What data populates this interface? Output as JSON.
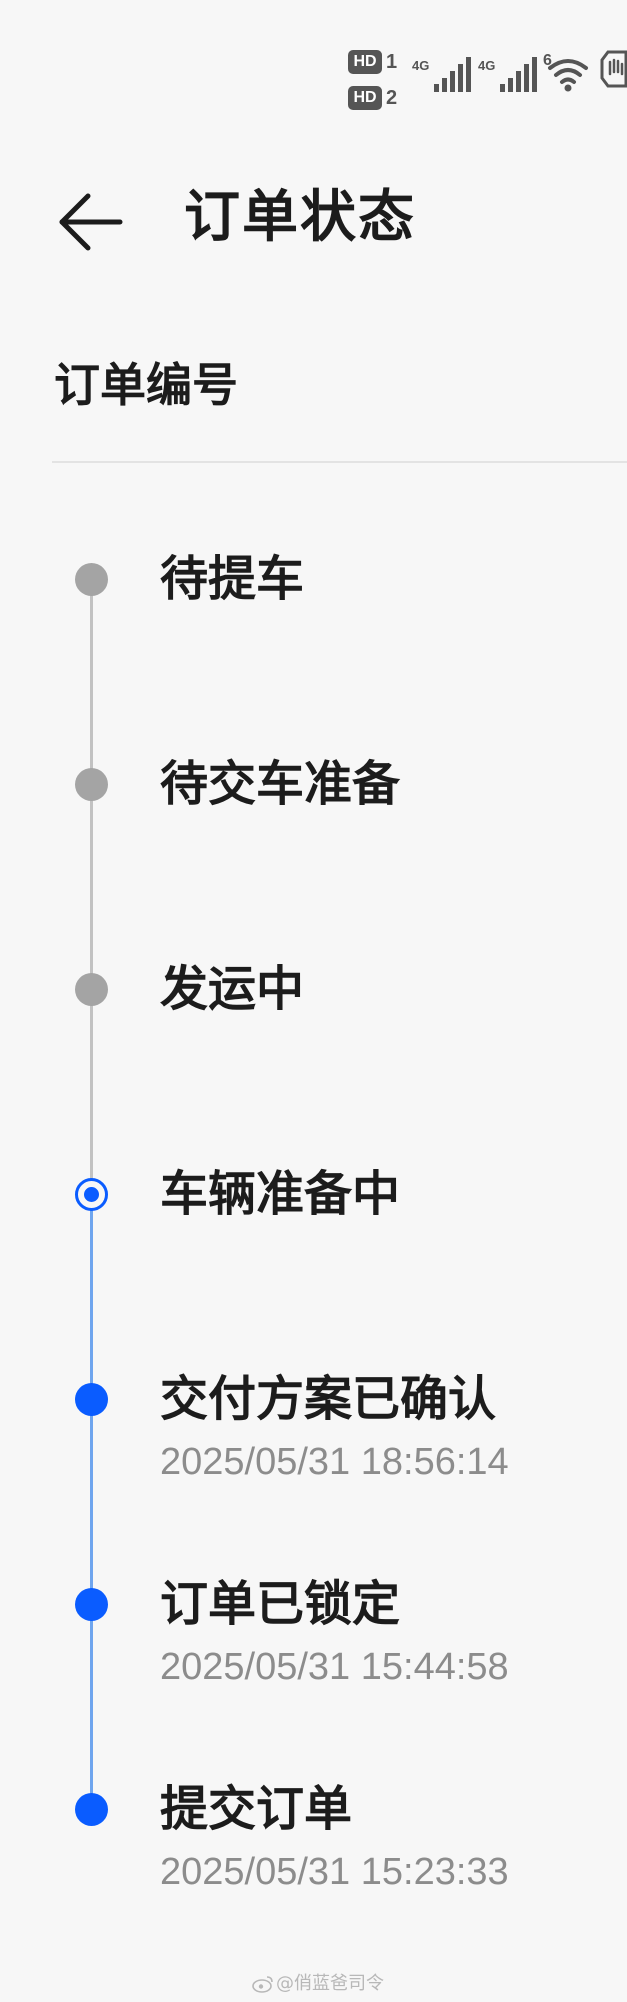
{
  "status_bar": {
    "hd_label": "HD",
    "sim1": "1",
    "sim2": "2",
    "net1": "4G",
    "net2": "4G",
    "wifi_label": "6",
    "icons": [
      "signal-icon",
      "signal-icon",
      "wifi-icon",
      "hand-icon"
    ]
  },
  "header": {
    "back_icon": "arrow-left-icon",
    "title": "订单状态"
  },
  "order": {
    "label": "订单编号"
  },
  "timeline": {
    "steps": [
      {
        "title": "待提车",
        "state": "pending",
        "time": ""
      },
      {
        "title": "待交车准备",
        "state": "pending",
        "time": ""
      },
      {
        "title": "发运中",
        "state": "pending",
        "time": ""
      },
      {
        "title": "车辆准备中",
        "state": "current",
        "time": ""
      },
      {
        "title": "交付方案已确认",
        "state": "done",
        "time": "2025/05/31 18:56:14"
      },
      {
        "title": "订单已锁定",
        "state": "done",
        "time": "2025/05/31 15:44:58"
      },
      {
        "title": "提交订单",
        "state": "done",
        "time": "2025/05/31 15:23:33"
      }
    ]
  },
  "colors": {
    "pending_dot": "#a4a4a4",
    "done_dot": "#0a5cff",
    "pending_line": "#c2c2c2",
    "done_line": "#6fa5ee",
    "background": "#f7f7f7"
  },
  "watermark": {
    "text": "@俏蓝爸司令"
  }
}
